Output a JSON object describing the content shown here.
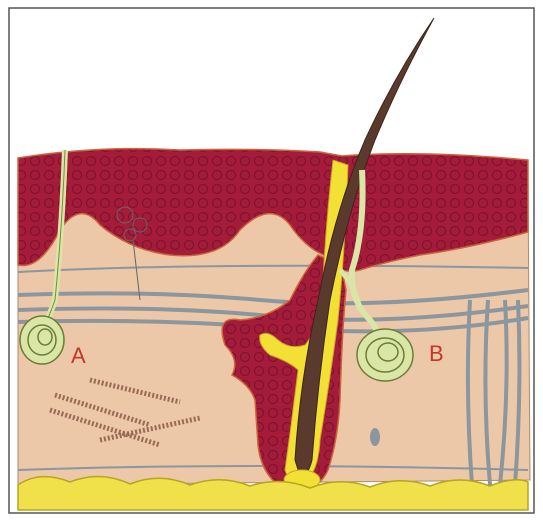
{
  "labels": {
    "a": "A",
    "b": "B"
  },
  "colors": {
    "epidermis": "#a51c3b",
    "epidermis_cells": "#7d1230",
    "dermis": "#ecc7a8",
    "fat": "#f0e04a",
    "hair": "#5a3a2c",
    "sebum": "#f3e035",
    "gland": "#d9e6a8",
    "vessel": "#8b969e",
    "label": "#c0392b"
  },
  "icons": [
    "skin-cross-section",
    "hair-shaft",
    "sweat-gland-coil",
    "sebaceous-gland",
    "blood-vessel",
    "nerve-ending"
  ]
}
